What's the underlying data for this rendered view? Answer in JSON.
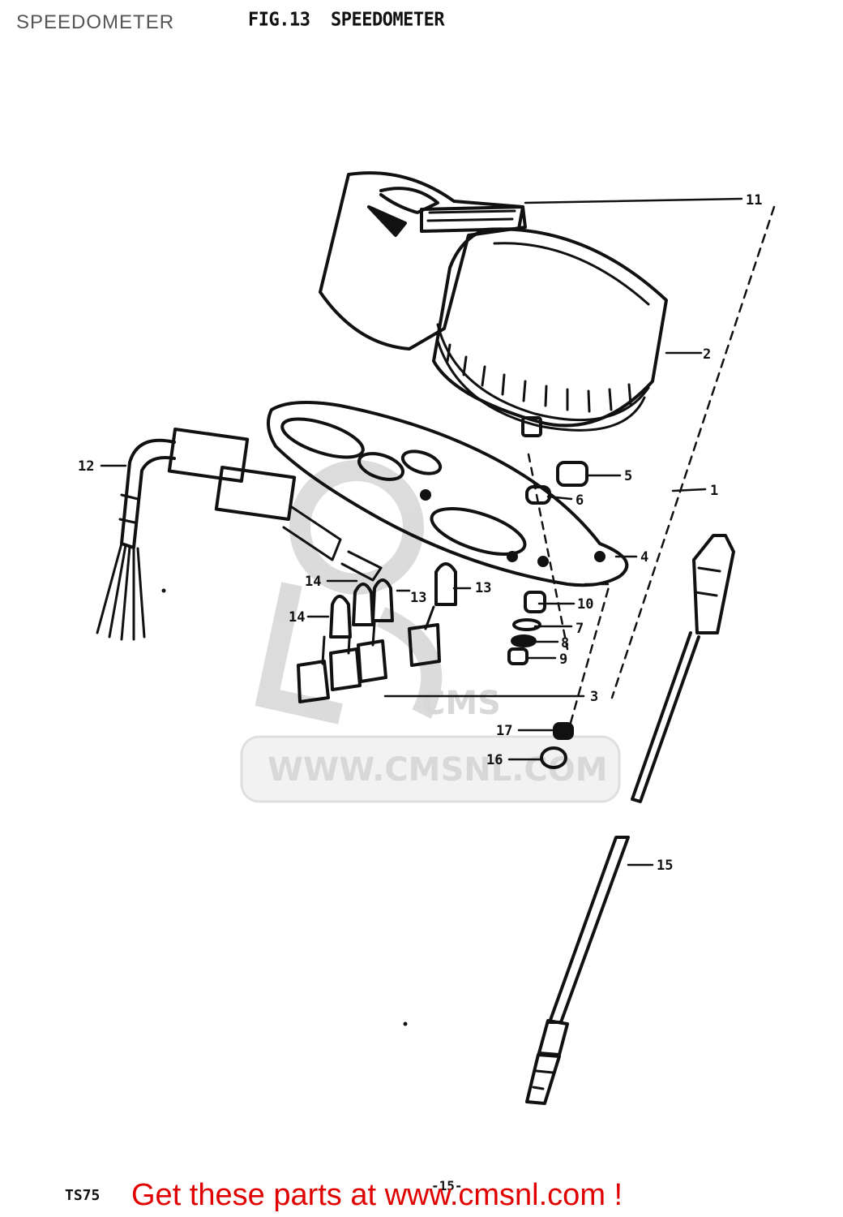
{
  "page": {
    "title": "SPEEDOMETER",
    "figure_heading": "FIG.13  SPEEDOMETER",
    "model_code": "TS75",
    "page_number": "-15-",
    "promo_text": "Get these parts at www.cmsnl.com !"
  },
  "watermark": {
    "text": "WWW.CMSNL.COM",
    "logo_text": "CMS"
  },
  "callouts": [
    {
      "id": "11",
      "label": "11"
    },
    {
      "id": "2",
      "label": "2"
    },
    {
      "id": "12",
      "label": "12"
    },
    {
      "id": "5",
      "label": "5"
    },
    {
      "id": "6",
      "label": "6"
    },
    {
      "id": "1",
      "label": "1"
    },
    {
      "id": "4",
      "label": "4"
    },
    {
      "id": "14a",
      "label": "14"
    },
    {
      "id": "13a",
      "label": "13"
    },
    {
      "id": "13b",
      "label": "13"
    },
    {
      "id": "14b",
      "label": "14"
    },
    {
      "id": "10",
      "label": "10"
    },
    {
      "id": "7",
      "label": "7"
    },
    {
      "id": "8",
      "label": "8"
    },
    {
      "id": "9",
      "label": "9"
    },
    {
      "id": "3",
      "label": "3"
    },
    {
      "id": "17",
      "label": "17"
    },
    {
      "id": "16",
      "label": "16"
    },
    {
      "id": "15",
      "label": "15"
    }
  ],
  "colors": {
    "line": "#111111",
    "promo": "#e00000",
    "watermark": "#d4d4d4",
    "title": "#555555"
  }
}
